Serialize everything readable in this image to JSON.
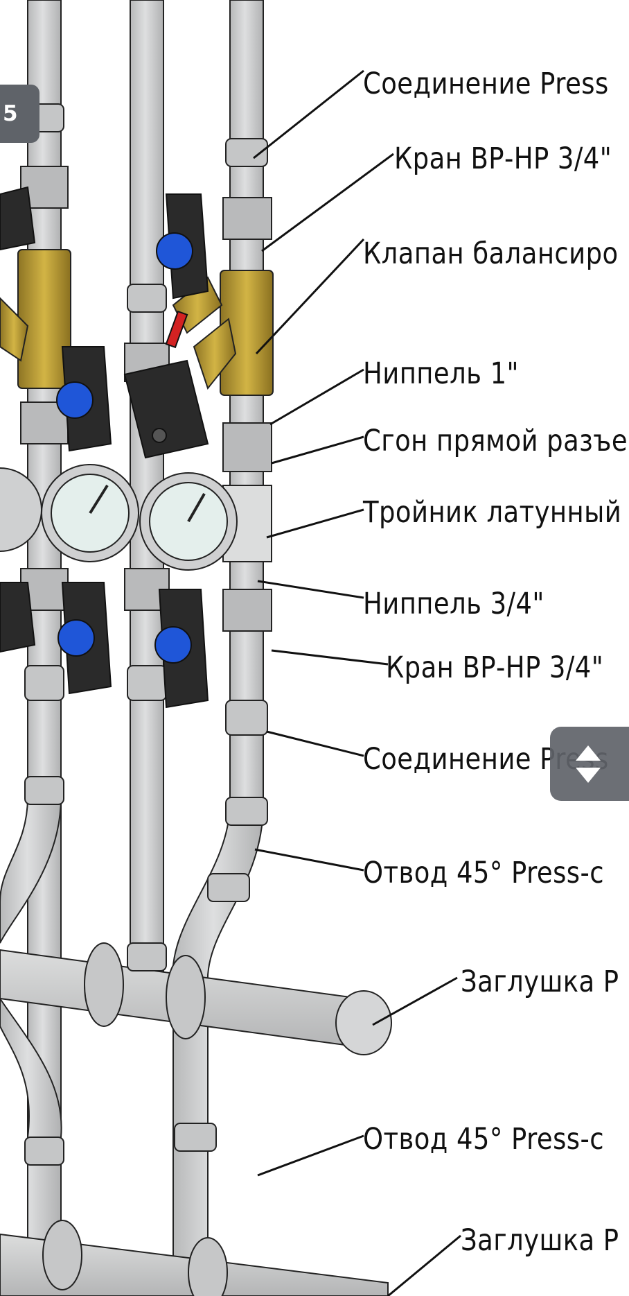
{
  "page_badge": {
    "text": "5"
  },
  "callouts": [
    {
      "id": "press-top",
      "text": "Соединение Press"
    },
    {
      "id": "valve-top",
      "text": "Кран ВР-НР 3/4\""
    },
    {
      "id": "balancing",
      "text": "Клапан балансиро"
    },
    {
      "id": "nipple-1",
      "text": "Ниппель 1\""
    },
    {
      "id": "union",
      "text": "Сгон прямой разъе"
    },
    {
      "id": "tee",
      "text": "Тройник латунный"
    },
    {
      "id": "nipple-34",
      "text": "Ниппель 3/4\""
    },
    {
      "id": "valve-bottom",
      "text": "Кран ВР-НР 3/4\""
    },
    {
      "id": "press-bottom",
      "text": "Соединение Press"
    },
    {
      "id": "elbow-1",
      "text": "Отвод 45° Press-с"
    },
    {
      "id": "plug-1",
      "text": "Заглушка Р"
    },
    {
      "id": "elbow-2",
      "text": "Отвод 45° Press-с"
    },
    {
      "id": "plug-2",
      "text": "Заглушка Р"
    }
  ],
  "colors": {
    "pipe": "#cfd0d1",
    "fitting": "#b9babb",
    "brass": "#b89a2e",
    "valve_handle": "#2a2a2a",
    "valve_cap": "#1f56d8",
    "red_handle": "#d32222",
    "gauge_face": "#e4efec",
    "overlay": "#5f6369"
  },
  "icons": {
    "scroll_handle": "up-down-arrows-icon"
  }
}
